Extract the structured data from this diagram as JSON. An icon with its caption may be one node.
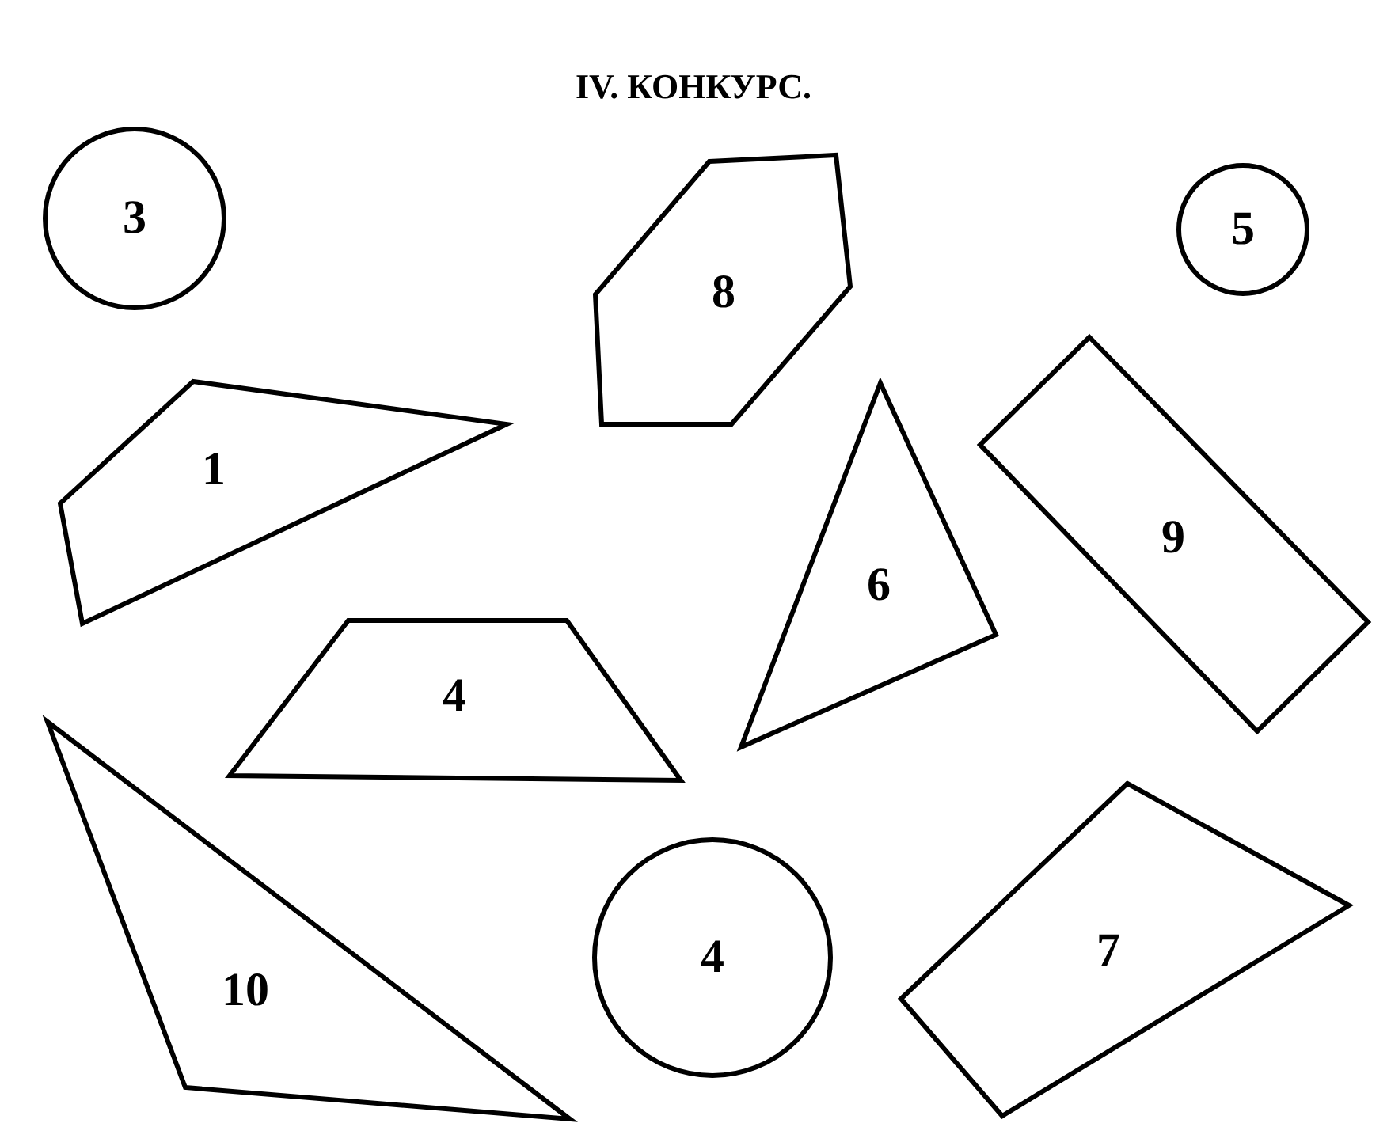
{
  "diagram": {
    "title": "IV. КОНКУРС.",
    "nodes": [
      {
        "text": [
          "3"
        ]
      },
      {
        "text": [
          "8"
        ]
      },
      {
        "text": [
          "5"
        ]
      },
      {
        "text": [
          "1"
        ]
      },
      {
        "text": [
          "6"
        ]
      },
      {
        "text": [
          "9"
        ]
      },
      {
        "text": [
          "4"
        ]
      },
      {
        "text": [
          "10"
        ]
      },
      {
        "text": [
          "4"
        ]
      },
      {
        "text": [
          "7"
        ]
      }
    ]
  }
}
